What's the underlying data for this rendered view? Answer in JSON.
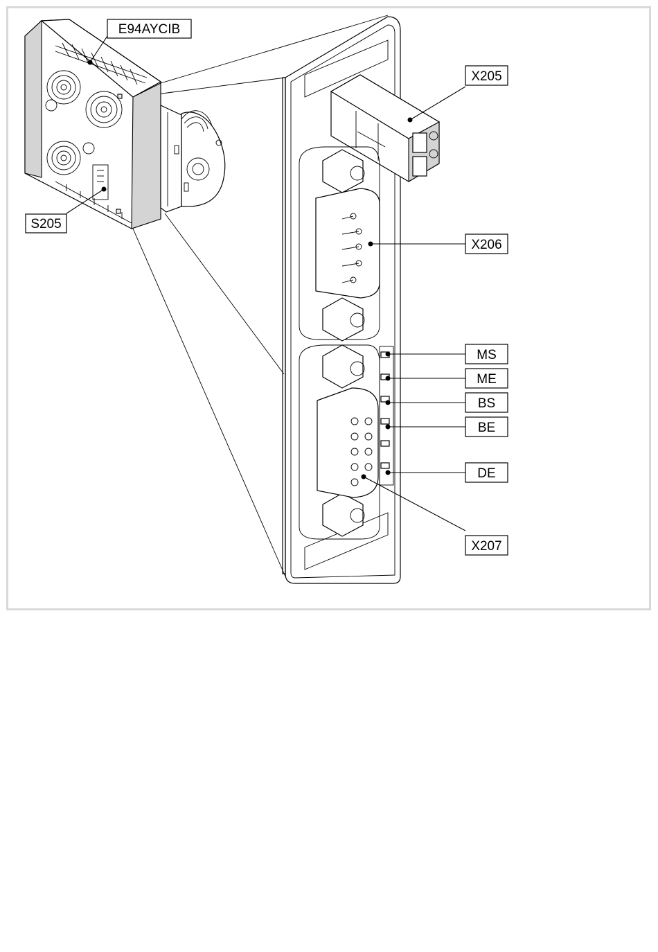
{
  "labels": {
    "module": "E94AYCIB",
    "switch": "S205",
    "connector_power": "X205",
    "connector_male": "X206",
    "connector_female": "X207",
    "led_ms": "MS",
    "led_me": "ME",
    "led_bs": "BS",
    "led_be": "BE",
    "led_de": "DE"
  },
  "colors": {
    "frame_border": "#d9d9d9",
    "line": "#000000",
    "panel_gray": "#d4d4d4",
    "background": "#ffffff"
  }
}
